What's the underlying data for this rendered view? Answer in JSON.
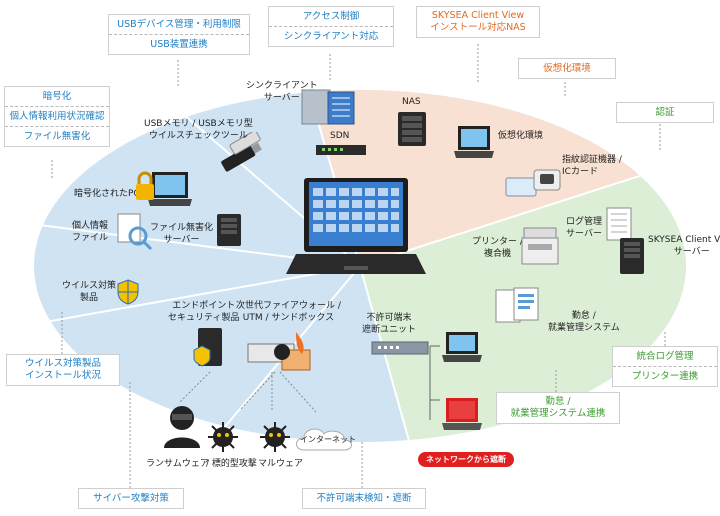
{
  "sectors": {
    "usb_group": [
      "USBデバイス管理・利用制限",
      "USB装置連携"
    ],
    "access_group": [
      "アクセス制御",
      "シンクライアント対応"
    ],
    "nas_group": [
      "SKYSEA Client View",
      "インストール対応NAS"
    ],
    "virtual_group": [
      "仮想化環境"
    ],
    "auth_group": [
      "認証"
    ],
    "encrypt_group": [
      "暗号化",
      "個人情報利用状況確認",
      "ファイル無害化"
    ],
    "virus_group": [
      "ウイルス対策製品",
      "インストール状況"
    ],
    "log_group": [
      "統合ログ管理",
      "プリンター連携"
    ],
    "attendance_group": [
      "勤怠 /",
      "就業管理システム連携"
    ],
    "cyber_group": [
      "サイバー攻撃対策"
    ],
    "unauth_group": [
      "不許可端末検知・遮断"
    ]
  },
  "labels": {
    "usb_memory": [
      "USBメモリ / USBメモリ型",
      "ウイルスチェックツール"
    ],
    "thin_client_server": [
      "シンクライアント",
      "サーバー"
    ],
    "sdn": "SDN",
    "nas": "NAS",
    "virtual_env": "仮想化環境",
    "fingerprint": [
      "指紋認証機器 /",
      "ICカード"
    ],
    "encrypted_pc": "暗号化されたPC",
    "personal_file": [
      "個人情報",
      "ファイル"
    ],
    "file_sanitize_server": [
      "ファイル無害化",
      "サーバー"
    ],
    "log_server": [
      "ログ管理",
      "サーバー"
    ],
    "skysea_server": [
      "SKYSEA Client View",
      "サーバー"
    ],
    "printer": [
      "プリンター /",
      "複合機"
    ],
    "attendance_system": [
      "勤怠 /",
      "就業管理システム"
    ],
    "antivirus": [
      "ウイルス対策",
      "製品"
    ],
    "endpoint": [
      "エンドポイント",
      "セキュリティ製品"
    ],
    "next_gen_fw": [
      "次世代ファイアウォール /",
      "UTM / サンドボックス"
    ],
    "unauth_unit": [
      "不許可端末",
      "遮断ユニット"
    ],
    "ransomware": "ランサムウェア",
    "targeted_attack": "/ 標的型攻撃",
    "malware": "マルウェア",
    "internet": "インターネット",
    "network_block": "ネットワークから遮断"
  },
  "colors": {
    "sector_blue": "#cfe3f3",
    "sector_orange": "#f8e1d2",
    "sector_green": "#dcefd6",
    "accent_blue": "#1f7fc4",
    "accent_orange": "#e06a1f",
    "accent_green": "#3a9a2e",
    "alert_red": "#e01f1f"
  }
}
